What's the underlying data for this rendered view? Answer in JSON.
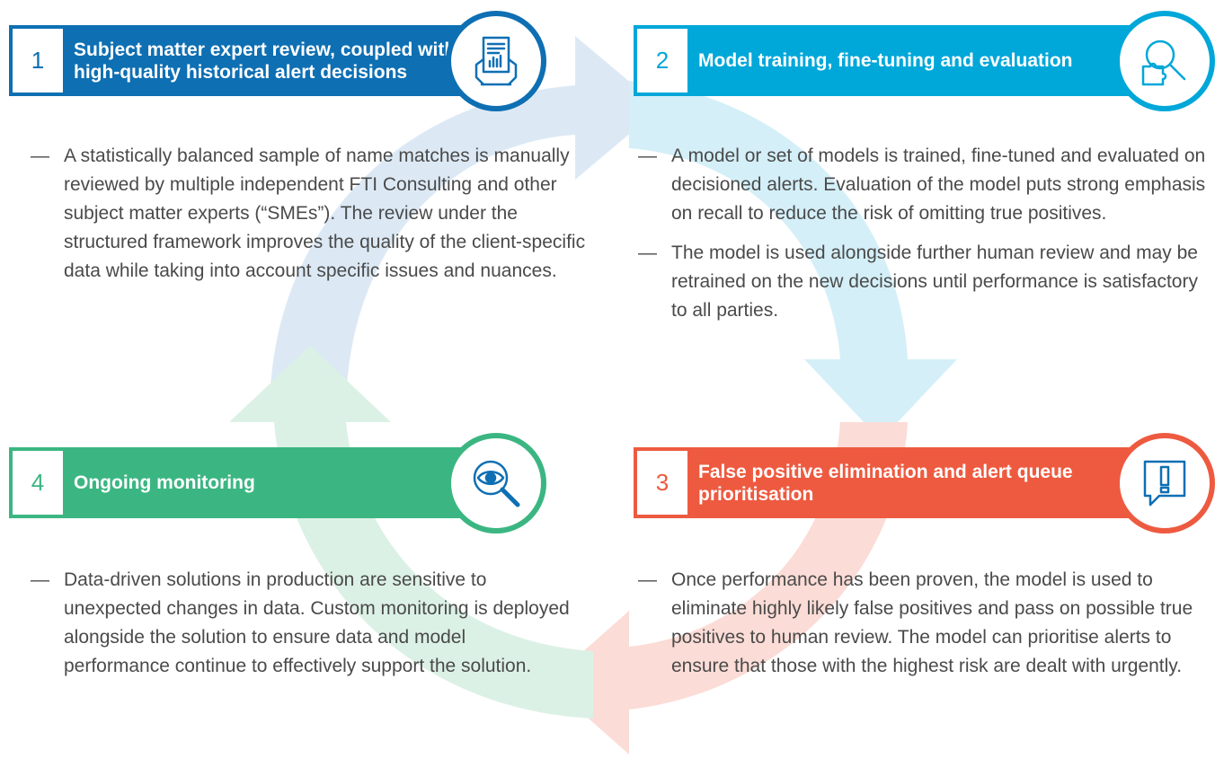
{
  "colors": {
    "step1": "#0e6fb3",
    "step2": "#00a7d9",
    "step3": "#ee5a40",
    "step4": "#3bb682",
    "arrow_blue": "#dce9f5",
    "arrow_cyan": "#d4eff8",
    "arrow_red": "#fbdcd6",
    "arrow_green": "#dcf1e5"
  },
  "steps": [
    {
      "number": "1",
      "title": "Subject matter expert review, coupled with high-quality historical alert decisions",
      "icon": "document-chart-icon",
      "bullets": [
        "A statistically balanced sample of name matches is manually reviewed by multiple independent FTI Consulting and other subject matter experts (“SMEs”). The review under the structured framework improves the quality of the client-specific data while taking into account specific issues and nuances."
      ]
    },
    {
      "number": "2",
      "title": "Model training, fine-tuning and evaluation",
      "icon": "magnifier-puzzle-icon",
      "bullets": [
        "A model or set of models is trained, fine-tuned and evaluated on decisioned alerts. Evaluation of the model puts strong emphasis on recall to reduce the risk of omitting true positives.",
        "The model is used alongside further human review and may be retrained on the new decisions until performance is satisfactory to all parties."
      ]
    },
    {
      "number": "3",
      "title": "False positive elimination and alert queue prioritisation",
      "icon": "alert-speech-icon",
      "bullets": [
        "Once performance has been proven, the model is used to eliminate highly likely false positives and pass on possible true positives to human review. The model can prioritise alerts to ensure that those with the highest risk are dealt with urgently."
      ]
    },
    {
      "number": "4",
      "title": "Ongoing monitoring",
      "icon": "magnifier-eye-icon",
      "bullets": [
        "Data-driven solutions in production are sensitive to unexpected changes in data. Custom monitoring is deployed alongside the solution to ensure data and model performance continue to effectively support the solution."
      ]
    }
  ],
  "bullet_dash": "—"
}
